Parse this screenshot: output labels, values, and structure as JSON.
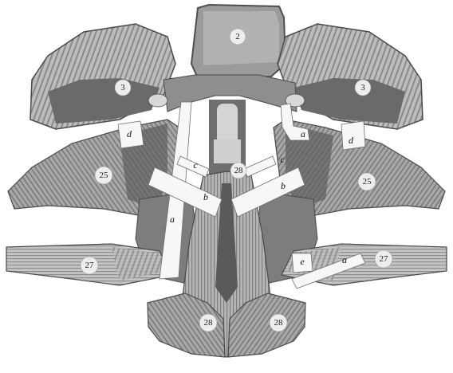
{
  "figure": {
    "labels": {
      "n2": "2",
      "n3_left": "3",
      "n3_right": "3",
      "n25_left": "25",
      "n25_right": "25",
      "n27_left": "27",
      "n27_right": "27",
      "n28_center": "28",
      "n28_left": "28",
      "n28_right": "28",
      "a_left": "a",
      "a_right_upper": "a",
      "a_right_lower": "a",
      "b_left": "b",
      "b_right": "b",
      "c_left": "c",
      "c_right": "c",
      "d_left": "d",
      "d_right": "d",
      "e": "e"
    },
    "colors": {
      "bone_light": "#cfcfcf",
      "bone_mid": "#9b9b9b",
      "bone_dark": "#5a5a5a",
      "muscle": "#7a7a7a",
      "plate": "#f7f7f7"
    }
  }
}
